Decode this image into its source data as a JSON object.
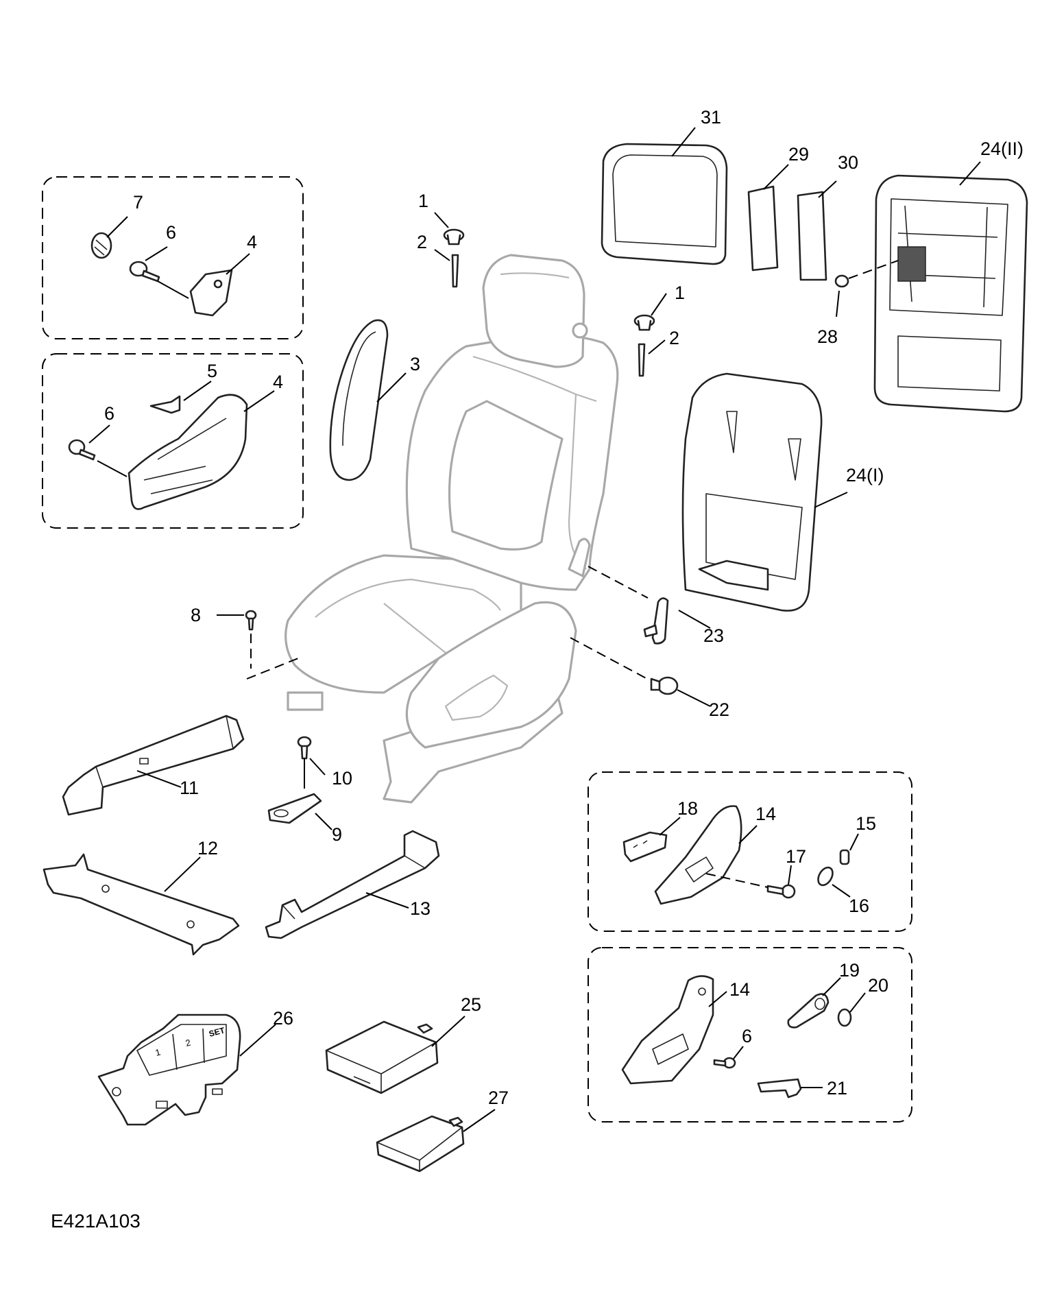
{
  "diagram": {
    "figure_code": "E421A103",
    "callouts": {
      "c1a": "1",
      "c2a": "2",
      "c1b": "1",
      "c2b": "2",
      "c3": "3",
      "c4a": "4",
      "c4b": "4",
      "c5": "5",
      "c6a": "6",
      "c6b": "6",
      "c6c": "6",
      "c7": "7",
      "c8": "8",
      "c9": "9",
      "c10": "10",
      "c11": "11",
      "c12": "12",
      "c13": "13",
      "c14a": "14",
      "c14b": "14",
      "c15": "15",
      "c16": "16",
      "c17": "17",
      "c18": "18",
      "c19": "19",
      "c20": "20",
      "c21": "21",
      "c22": "22",
      "c23": "23",
      "c24i": "24(I)",
      "c24ii": "24(II)",
      "c25": "25",
      "c26": "26",
      "c27": "27",
      "c28": "28",
      "c29": "29",
      "c30": "30",
      "c31": "31"
    },
    "memory_buttons": {
      "b1": "1",
      "b2": "2",
      "set": "SET"
    }
  }
}
